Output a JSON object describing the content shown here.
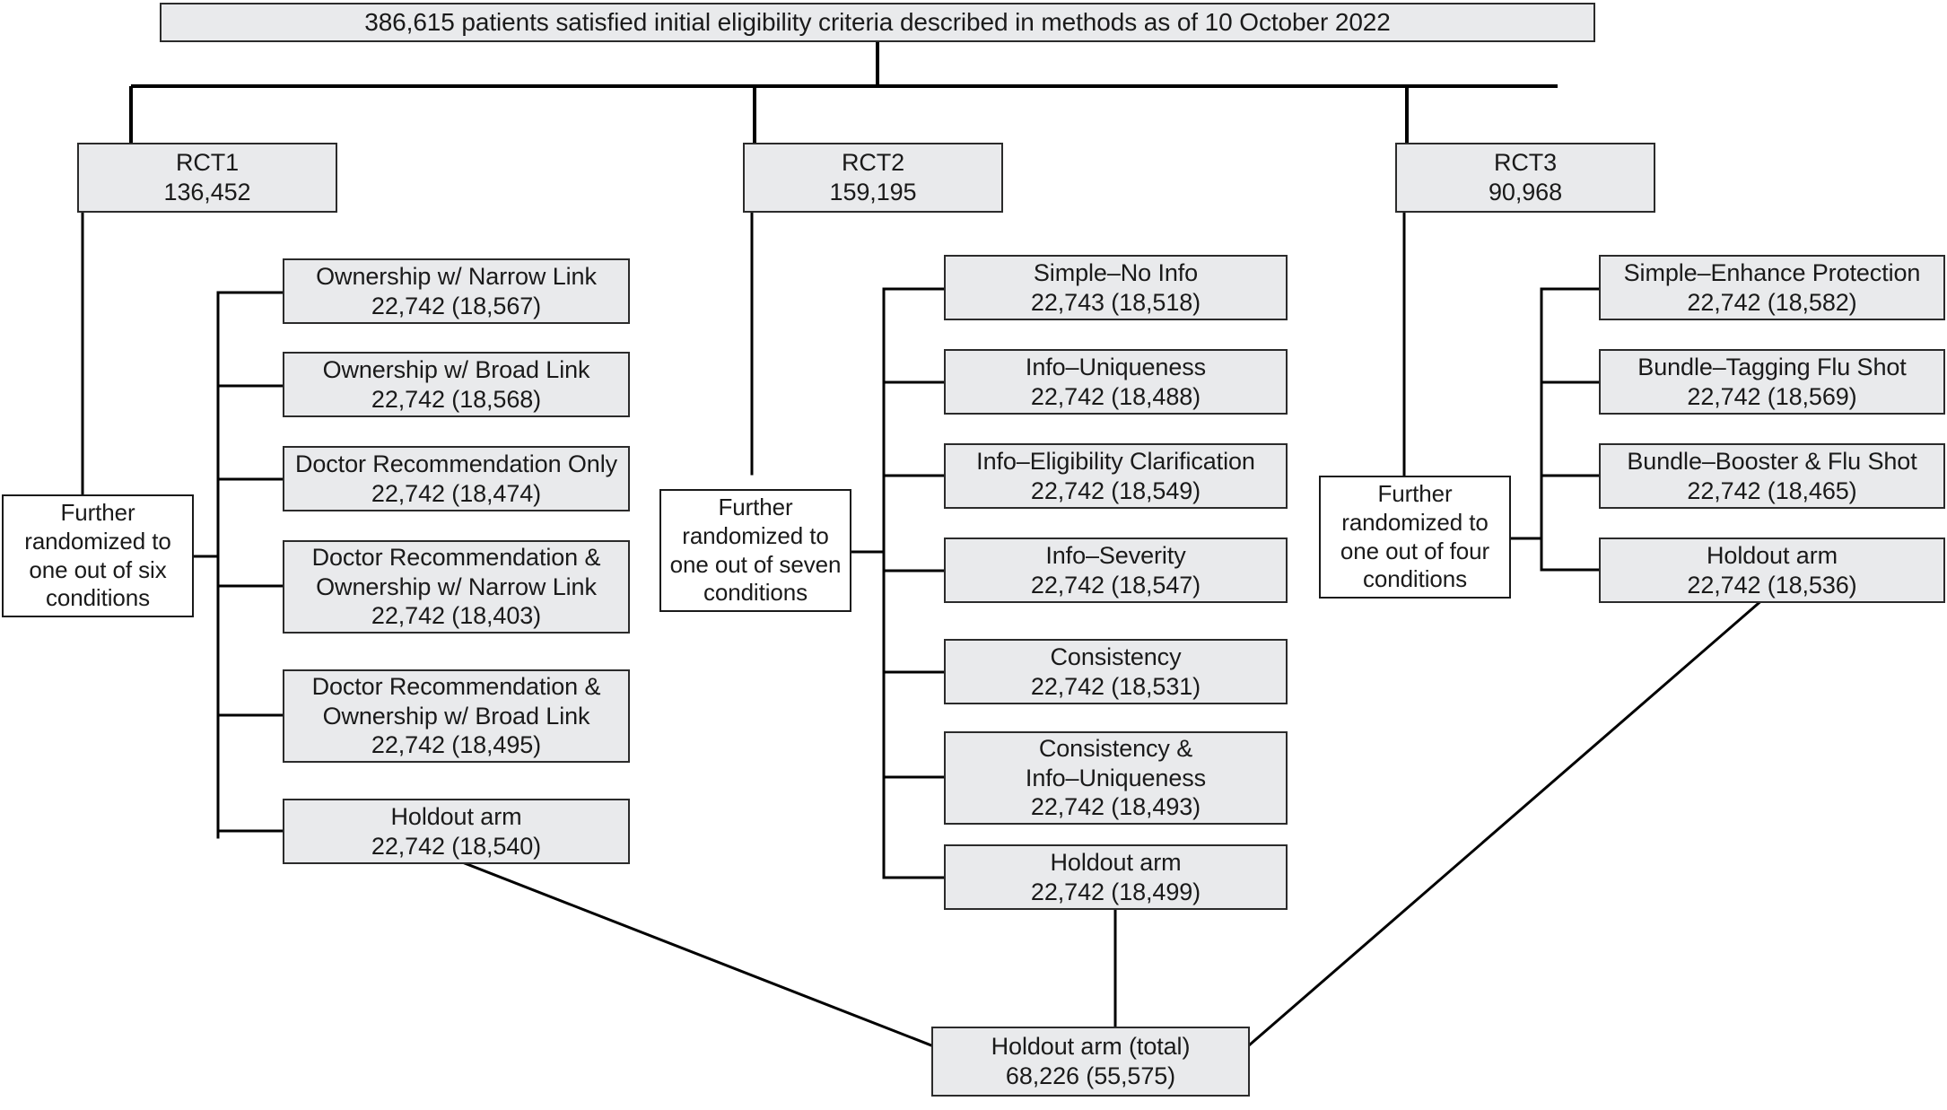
{
  "diagram": {
    "title": "CONSORT-style randomization flow diagram",
    "colors": {
      "box_fill": "#e9eaec",
      "box_border": "#2b2b2b",
      "plain_fill": "#ffffff",
      "line": "#000000",
      "text": "#1a1a1a"
    },
    "root": {
      "label": "386,615 patients satisfied initial eligibility criteria described in methods as of 10 October 2022"
    },
    "trials": [
      {
        "id": "rct1",
        "name": "RCT1",
        "count": "136,452",
        "randomizer": "Further randomized to one out of six conditions",
        "randomizer_lines": [
          "Further",
          "randomized to",
          "one out of six",
          "conditions"
        ],
        "arms": [
          {
            "label": "Ownership w/ Narrow Link",
            "lines": [
              "Ownership w/ Narrow Link"
            ],
            "count": "22,742 (18,567)"
          },
          {
            "label": "Ownership w/ Broad Link",
            "lines": [
              "Ownership w/ Broad Link"
            ],
            "count": "22,742 (18,568)"
          },
          {
            "label": "Doctor Recommendation Only",
            "lines": [
              "Doctor Recommendation Only"
            ],
            "count": "22,742 (18,474)"
          },
          {
            "label": "Doctor Recommendation & Ownership w/ Narrow Link",
            "lines": [
              "Doctor Recommendation &",
              "Ownership w/ Narrow Link"
            ],
            "count": "22,742 (18,403)"
          },
          {
            "label": "Doctor Recommendation & Ownership w/ Broad Link",
            "lines": [
              "Doctor Recommendation &",
              "Ownership w/ Broad Link"
            ],
            "count": "22,742 (18,495)"
          },
          {
            "label": "Holdout arm",
            "lines": [
              "Holdout arm"
            ],
            "count": "22,742 (18,540)"
          }
        ]
      },
      {
        "id": "rct2",
        "name": "RCT2",
        "count": "159,195",
        "randomizer": "Further randomized to one out of seven conditions",
        "randomizer_lines": [
          "Further",
          "randomized to",
          "one out of seven",
          "conditions"
        ],
        "arms": [
          {
            "label": "Simple–No Info",
            "lines": [
              "Simple–No Info"
            ],
            "count": "22,743 (18,518)"
          },
          {
            "label": "Info–Uniqueness",
            "lines": [
              "Info–Uniqueness"
            ],
            "count": "22,742 (18,488)"
          },
          {
            "label": "Info–Eligibility Clarification",
            "lines": [
              "Info–Eligibility Clarification"
            ],
            "count": "22,742 (18,549)"
          },
          {
            "label": "Info–Severity",
            "lines": [
              "Info–Severity"
            ],
            "count": "22,742 (18,547)"
          },
          {
            "label": "Consistency",
            "lines": [
              "Consistency"
            ],
            "count": "22,742 (18,531)"
          },
          {
            "label": "Consistency & Info–Uniqueness",
            "lines": [
              "Consistency &",
              "Info–Uniqueness"
            ],
            "count": "22,742 (18,493)"
          },
          {
            "label": "Holdout arm",
            "lines": [
              "Holdout arm"
            ],
            "count": "22,742 (18,499)"
          }
        ]
      },
      {
        "id": "rct3",
        "name": "RCT3",
        "count": "90,968",
        "randomizer": "Further randomized to one out of four conditions",
        "randomizer_lines": [
          "Further",
          "randomized to",
          "one out of four",
          "conditions"
        ],
        "arms": [
          {
            "label": "Simple–Enhance Protection",
            "lines": [
              "Simple–Enhance Protection"
            ],
            "count": "22,742 (18,582)"
          },
          {
            "label": "Bundle–Tagging Flu Shot",
            "lines": [
              "Bundle–Tagging Flu Shot"
            ],
            "count": "22,742 (18,569)"
          },
          {
            "label": "Bundle–Booster & Flu Shot",
            "lines": [
              "Bundle–Booster & Flu Shot"
            ],
            "count": "22,742 (18,465)"
          },
          {
            "label": "Holdout arm",
            "lines": [
              "Holdout arm"
            ],
            "count": "22,742 (18,536)"
          }
        ]
      }
    ],
    "total": {
      "label": "Holdout arm (total)",
      "count": "68,226 (55,575)"
    }
  }
}
